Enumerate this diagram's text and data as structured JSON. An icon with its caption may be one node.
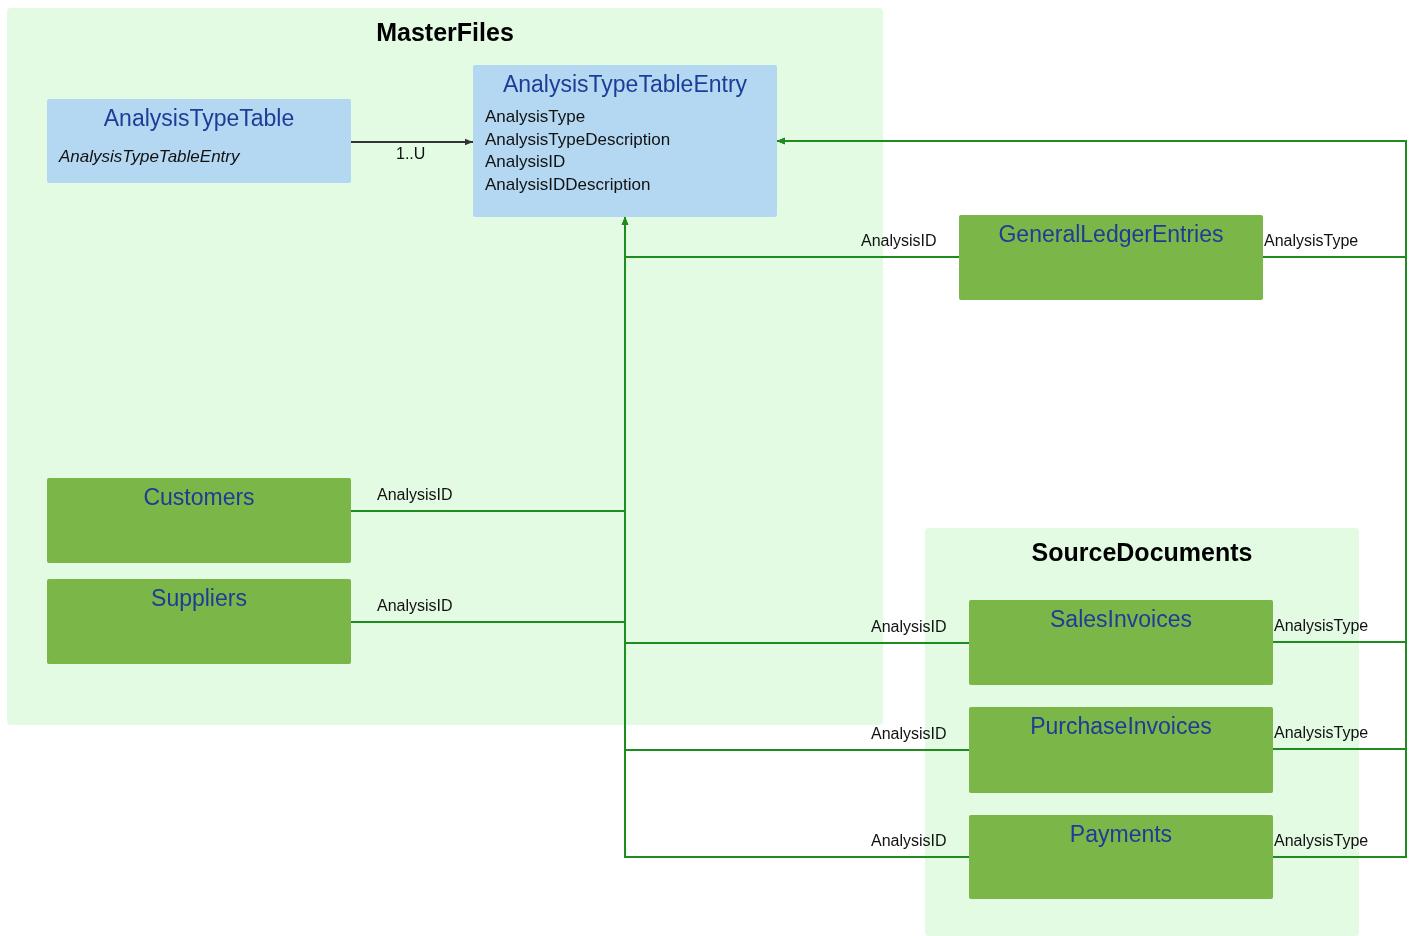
{
  "diagram": {
    "nodes": [
      {
        "text": [
          "MasterFiles"
        ]
      },
      {
        "text": [
          "AnalysisTypeTable",
          "AnalysisTypeTableEntry"
        ],
        "in": 0
      },
      {
        "text": [
          "AnalysisTypeTableEntry",
          "AnalysisType",
          "AnalysisTypeDescription",
          "AnalysisID",
          "AnalysisIDDescription"
        ],
        "in": 0
      },
      {
        "text": [
          "Customers"
        ],
        "in": 0
      },
      {
        "text": [
          "Suppliers"
        ],
        "in": 0
      },
      {
        "text": [
          "GeneralLedgerEntries"
        ]
      },
      {
        "text": [
          "SourceDocuments"
        ]
      },
      {
        "text": [
          "SalesInvoices"
        ],
        "in": 6
      },
      {
        "text": [
          "PurchaseInvoices"
        ],
        "in": 6
      },
      {
        "text": [
          "Payments"
        ],
        "in": 6
      }
    ],
    "edges": [
      {
        "from": 1,
        "to": 2,
        "arrow": "to",
        "label": "1..U",
        "color": "#333333"
      },
      {
        "from": 5,
        "to": 2,
        "arrow": "to",
        "label": "AnalysisID"
      },
      {
        "from": 5,
        "to": 2,
        "arrow": "to",
        "label": "AnalysisType"
      },
      {
        "from": 3,
        "to": 2,
        "arrow": "to",
        "label": "AnalysisID"
      },
      {
        "from": 4,
        "to": 2,
        "arrow": "to",
        "label": "AnalysisID"
      },
      {
        "from": 7,
        "to": 2,
        "arrow": "to",
        "label": "AnalysisID"
      },
      {
        "from": 7,
        "to": 2,
        "arrow": "to",
        "label": "AnalysisType"
      },
      {
        "from": 8,
        "to": 2,
        "arrow": "to",
        "label": "AnalysisID"
      },
      {
        "from": 8,
        "to": 2,
        "arrow": "to",
        "label": "AnalysisType"
      },
      {
        "from": 9,
        "to": 2,
        "arrow": "to",
        "label": "AnalysisID"
      },
      {
        "from": 9,
        "to": 2,
        "arrow": "to",
        "label": "AnalysisType"
      }
    ]
  }
}
